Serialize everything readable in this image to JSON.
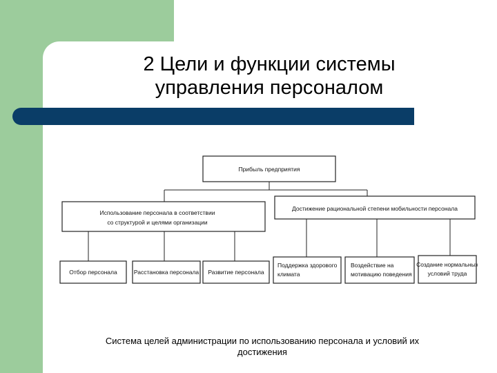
{
  "slide": {
    "title_line1": "2 Цели и функции системы",
    "title_line2": "управления персоналом"
  },
  "diagram": {
    "root": "Прибыль предприятия",
    "level2_left_line1": "Использование персонала в соответствии",
    "level2_left_line2": "со структурой и целями организации",
    "level2_right": "Достижение рациональной степени мобильности персонала",
    "leaf1": "Отбор персонала",
    "leaf2": "Расстановка персонала",
    "leaf3": "Развитие персонала",
    "leaf4_line1": "Поддержка здорового",
    "leaf4_line2": "климата",
    "leaf5_line1": "Воздействие на",
    "leaf5_line2": "мотивацию поведения",
    "leaf6_line1": "Создание нормальных",
    "leaf6_line2": "условий труда"
  },
  "caption": {
    "line1": "Система целей администрации по использованию персонала и условий их",
    "line2": "достижения"
  }
}
